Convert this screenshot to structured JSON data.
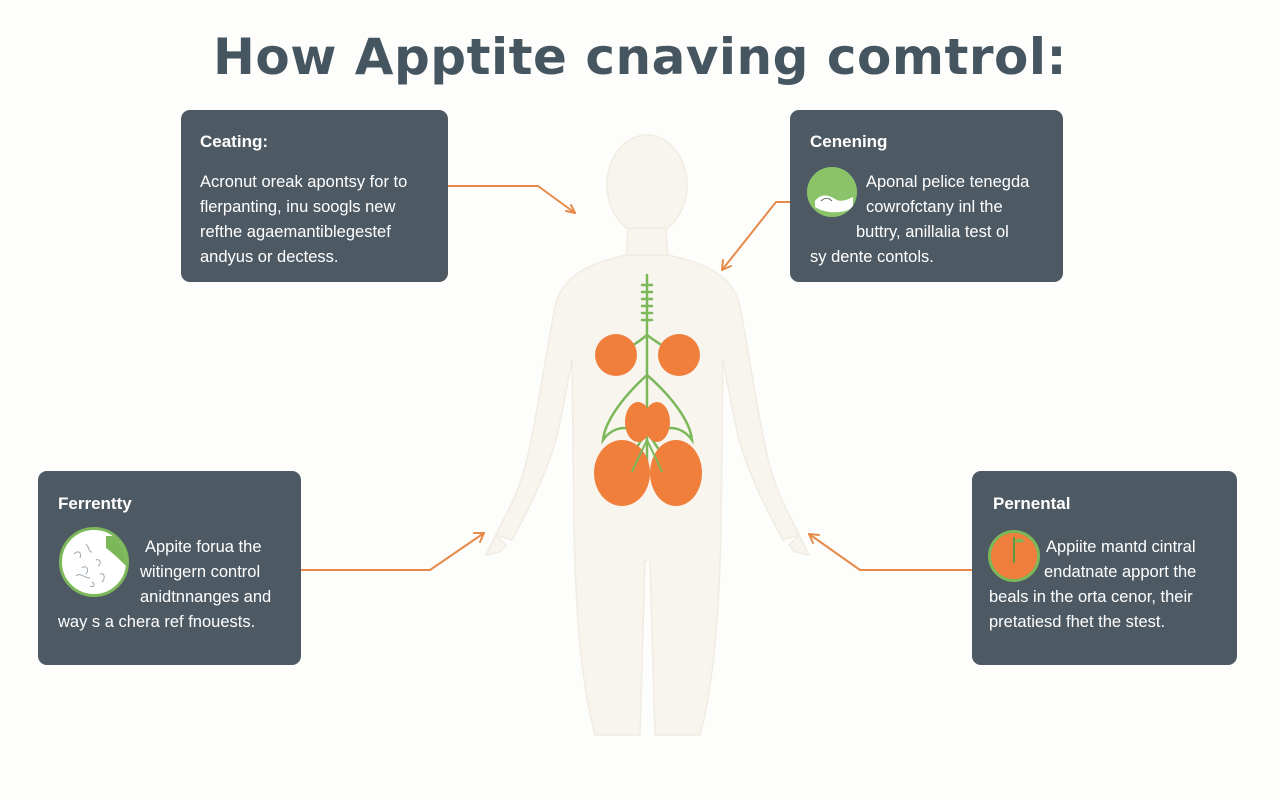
{
  "title": "How Apptite cnaving comtrol:",
  "colors": {
    "card_bg": "#4e5a63",
    "title_text": "#465660",
    "organ_orange": "#f07f3c",
    "nerve_green": "#7cb85a",
    "arrow_orange": "#e68a4a"
  },
  "cards": [
    {
      "title": "Ceating:",
      "lines": [
        "Acronut oreak apontsy for to",
        "flerpanting, inu soogls new",
        "refthe agaemantiblegestef",
        "andyus or dectess."
      ]
    },
    {
      "title": "Cenening",
      "icon": "leaf-circle-icon",
      "lines": [
        "Aponal pelice tenegda",
        "cowrofctany inl the",
        "buttry, anillalia test ol",
        "sy dente contols."
      ]
    },
    {
      "title": "Ferrentty",
      "icon": "texture-circle-icon",
      "lines": [
        "Appite forua the",
        "witingern control",
        "anidtnnanges and",
        "way s a chera ref fnouests."
      ]
    },
    {
      "title": "Pernental",
      "icon": "orange-fruit-icon",
      "lines": [
        "Appiite mantd cintral",
        "endatnate apport the",
        "beals in the orta cenor, their",
        "pretatiesd fhet the stest."
      ]
    }
  ]
}
